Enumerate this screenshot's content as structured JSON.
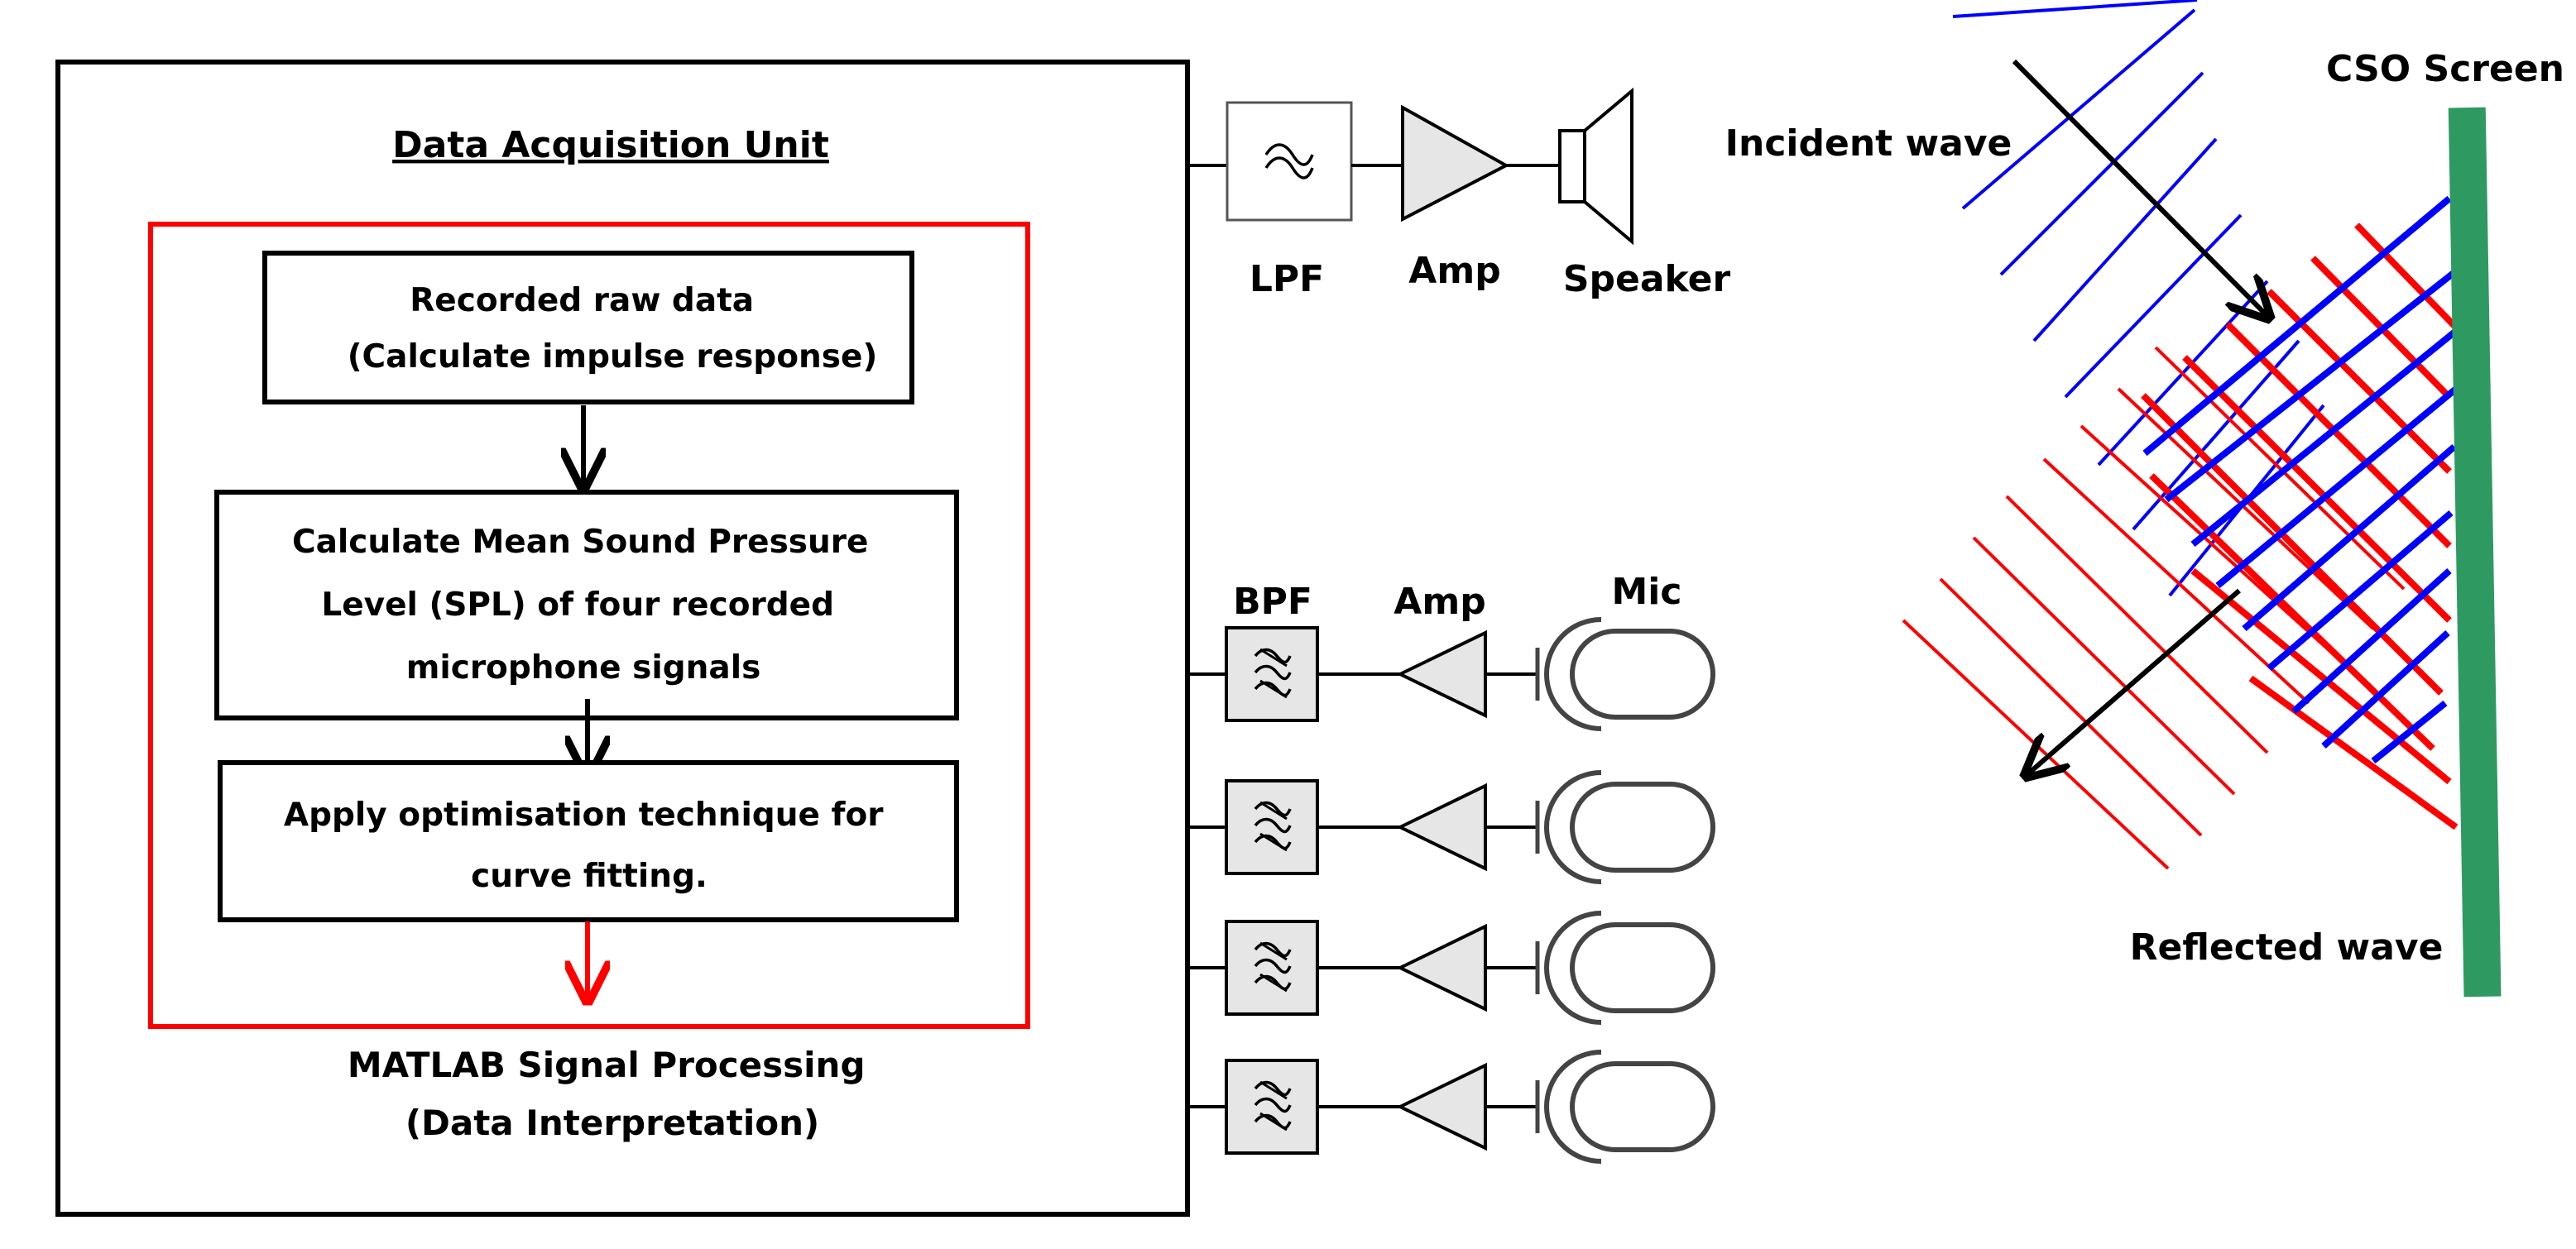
{
  "acquisition_unit": {
    "title": "Data Acquisition Unit",
    "steps": [
      {
        "lines": [
          "Recorded raw data",
          "(Calculate impulse response)"
        ]
      },
      {
        "lines": [
          "Calculate Mean Sound Pressure",
          "Level (SPL) of four recorded",
          "microphone signals"
        ]
      },
      {
        "lines": [
          "Apply optimisation technique for",
          "curve fitting."
        ]
      }
    ],
    "processing_caption": [
      "MATLAB Signal Processing",
      "(Data Interpretation)"
    ]
  },
  "output_chain": {
    "lpf_label": "LPF",
    "amp_label": "Amp",
    "speaker_label": "Speaker"
  },
  "input_chain": {
    "bpf_label": "BPF",
    "amp_label": "Amp",
    "mic_label": "Mic",
    "channel_count": 4
  },
  "wave_panel": {
    "screen_label": "CSO Screen",
    "incident_label": "Incident wave",
    "reflected_label": "Reflected wave",
    "colors": {
      "incident": "#0000ff",
      "reflected": "#ff0000",
      "screen": "#2e9a62",
      "processing_frame": "#ff0000"
    }
  }
}
